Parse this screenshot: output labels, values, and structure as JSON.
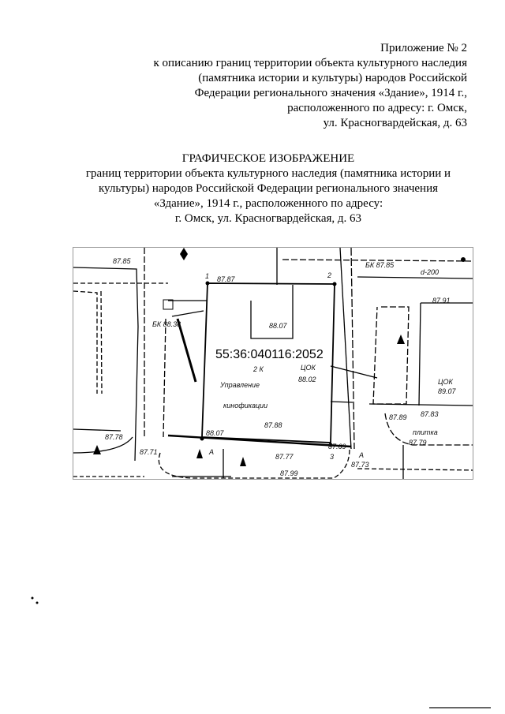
{
  "header": {
    "lines": [
      "Приложение № 2",
      "к описанию границ территории объекта культурного наследия",
      "(памятника истории и культуры) народов Российской",
      "Федерации  регионального значения «Здание», 1914 г.,",
      "расположенного  по адресу:  г. Омск,",
      "ул. Красногвардейская, д. 63"
    ]
  },
  "title": {
    "heading": "ГРАФИЧЕСКОЕ ИЗОБРАЖЕНИЕ",
    "lines": [
      "границ территории объекта культурного наследия (памятника истории и",
      "культуры) народов Российской Федерации регионального значения",
      "«Здание», 1914 г.,  расположенного по адресу:",
      "г. Омск, ул. Красногвардейская, д. 63"
    ]
  },
  "map": {
    "cadastral_number": "55:36:040116:2052",
    "building_floors": "2 К",
    "tsok_label": "ЦОК",
    "tsok_value": "88.02",
    "building_name_1": "Управление",
    "building_name_2": "кинофикации",
    "points": [
      "1",
      "2",
      "3"
    ],
    "elevations": {
      "e1": "87.87",
      "e2": "88.07",
      "e3": "87.88",
      "e4": "88.07",
      "e5": "87.77",
      "e6": "87.71",
      "e7": "87.99",
      "e8": "87.85",
      "e9": "87.89",
      "e10": "87.83",
      "e11": "87.91",
      "e12": "87.79",
      "e13": "87.73",
      "e14": "87.78",
      "e15": "87.69"
    },
    "right_tsok_label": "ЦОК",
    "right_tsok_value": "89.07",
    "pipe_label": "d-200",
    "bk_label": "БК 88.38",
    "right_top_label": "БК 87.85",
    "tile_label": "плитка",
    "letter_a": "А"
  }
}
